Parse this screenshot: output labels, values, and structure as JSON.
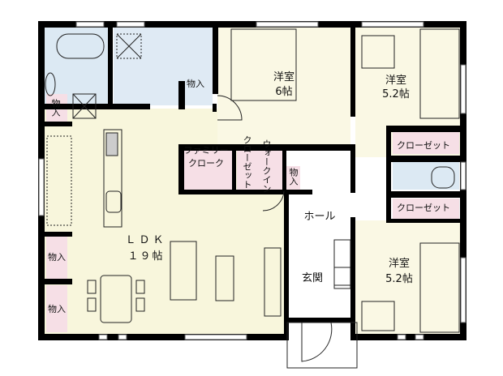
{
  "colors": {
    "wall": "#000000",
    "ldk_floor": "#f8f6dc",
    "bath_floor": "#dce9f3",
    "closet_floor": "#f6dfe6",
    "room_floor": "#faf8e4"
  },
  "rooms": {
    "western_6": {
      "name": "洋室",
      "size": "6帖"
    },
    "western_52_top": {
      "name": "洋室",
      "size": "5.2帖"
    },
    "western_52_bottom": {
      "name": "洋室",
      "size": "5.2帖"
    },
    "ldk": {
      "name": "ＬＤＫ",
      "size": "１９帖"
    },
    "hall": "ホール",
    "entrance": "玄関",
    "family_cloak": {
      "line1": "ファミリー",
      "line2": "クローク"
    },
    "walk_in": {
      "line1": "ウォークイン",
      "line2": "クローゼット"
    },
    "closet_top": "クローゼット",
    "closet_bottom": "クローゼット",
    "storage_utility": "物入",
    "storage_kitchen": "物入",
    "storage_hall": "物入",
    "storage_left1": "物入",
    "storage_left2": "物入"
  }
}
